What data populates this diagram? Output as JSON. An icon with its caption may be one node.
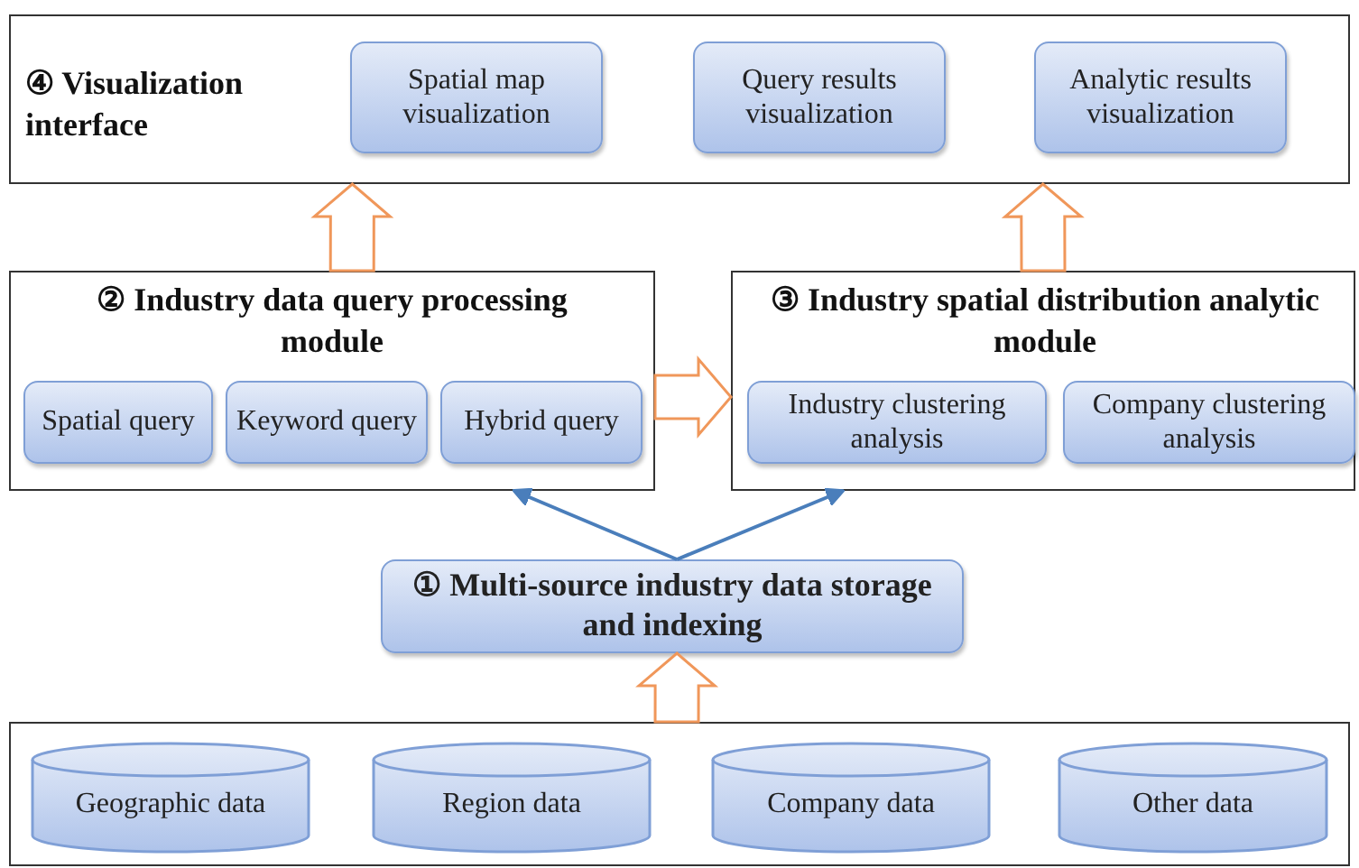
{
  "diagram": {
    "nodes": [
      {
        "text": [
          "④ Visualization interface"
        ]
      },
      {
        "text": [
          "Spatial map visualization"
        ],
        "in": 0
      },
      {
        "text": [
          "Query results visualization"
        ],
        "in": 0
      },
      {
        "text": [
          "Analytic results visualization"
        ],
        "in": 0
      },
      {
        "text": [
          "② Industry data query processing module"
        ]
      },
      {
        "text": [
          "Spatial query"
        ],
        "in": 4
      },
      {
        "text": [
          "Keyword query"
        ],
        "in": 4
      },
      {
        "text": [
          "Hybrid query"
        ],
        "in": 4
      },
      {
        "text": [
          "③ Industry spatial distribution analytic module"
        ]
      },
      {
        "text": [
          "Industry clustering analysis"
        ],
        "in": 8
      },
      {
        "text": [
          "Company clustering analysis"
        ],
        "in": 8
      },
      {
        "text": [
          "① Multi-source industry data storage and indexing"
        ]
      },
      {
        "text": [],
        "shape": "box"
      },
      {
        "text": [
          "Geographic data"
        ],
        "in": 12
      },
      {
        "text": [
          "Region data"
        ],
        "in": 12
      },
      {
        "text": [
          "Company data"
        ],
        "in": 12
      },
      {
        "text": [
          "Other data"
        ],
        "in": 12
      }
    ],
    "edges": [
      {
        "from": 12,
        "to": 11,
        "arrow": "to",
        "style": "thick"
      },
      {
        "from": 11,
        "to": 4,
        "arrow": "to",
        "color": "#4a7ebb"
      },
      {
        "from": 11,
        "to": 8,
        "arrow": "to",
        "color": "#4a7ebb"
      },
      {
        "from": 4,
        "to": 8,
        "arrow": "to",
        "style": "thick"
      },
      {
        "from": 4,
        "to": 0,
        "arrow": "to",
        "style": "thick"
      },
      {
        "from": 8,
        "to": 0,
        "arrow": "to",
        "style": "thick"
      }
    ]
  }
}
